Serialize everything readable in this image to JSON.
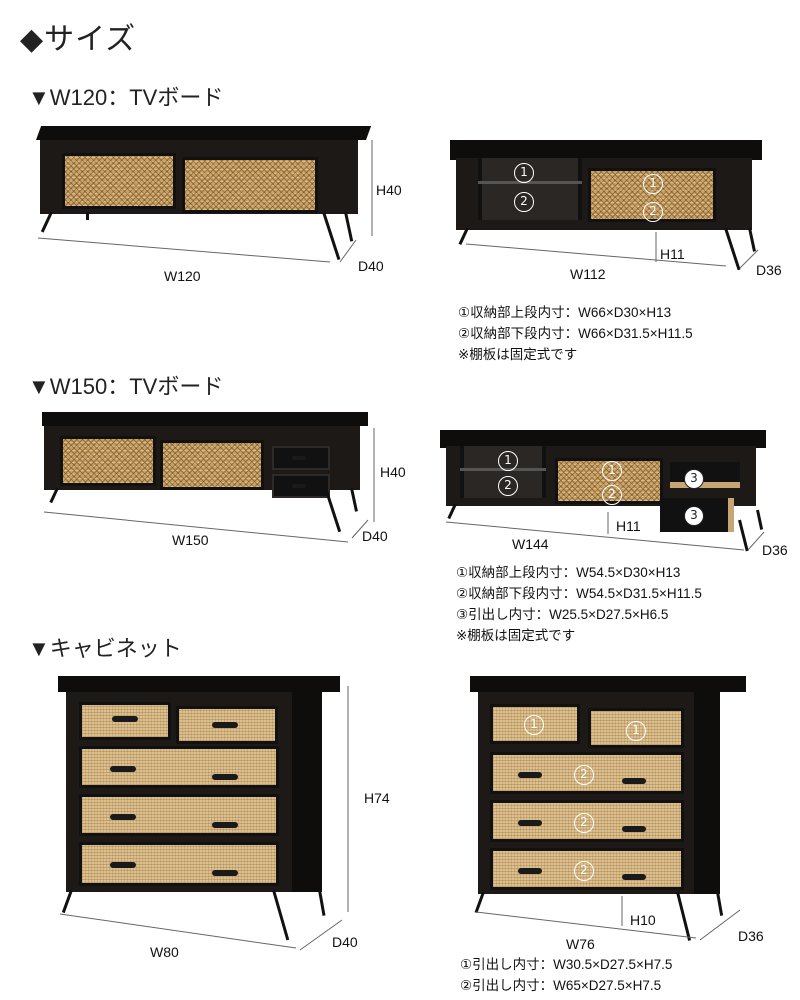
{
  "page": {
    "title": "◆サイズ",
    "sections": {
      "tv120": {
        "title": "▼W120：TVボード",
        "left_dims": {
          "h": "H40",
          "w": "W120",
          "d": "D40"
        },
        "right_dims": {
          "w": "W112",
          "h": "H11",
          "d": "D36"
        },
        "markers": {
          "one": "1",
          "two": "2"
        },
        "notes": [
          "①収納部上段内寸：W66×D30×H13",
          "②収納部下段内寸：W66×D31.5×H11.5",
          "※棚板は固定式です"
        ]
      },
      "tv150": {
        "title": "▼W150：TVボード",
        "left_dims": {
          "h": "H40",
          "w": "W150",
          "d": "D40"
        },
        "right_dims": {
          "w": "W144",
          "h": "H11",
          "d": "D36"
        },
        "markers": {
          "one": "1",
          "two": "2",
          "three": "3"
        },
        "notes": [
          "①収納部上段内寸：W54.5×D30×H13",
          "②収納部下段内寸：W54.5×D31.5×H11.5",
          "③引出し内寸：W25.5×D27.5×H6.5",
          "※棚板は固定式です"
        ]
      },
      "cabinet": {
        "title": "▼キャビネット",
        "left_dims": {
          "h": "H74",
          "w": "W80",
          "d": "D40"
        },
        "right_dims": {
          "w": "W76",
          "h": "H10",
          "d": "D36"
        },
        "markers": {
          "one": "1",
          "two": "2"
        },
        "notes": [
          "①引出し内寸：W30.5×D27.5×H7.5",
          "②引出し内寸：W65×D27.5×H7.5"
        ]
      }
    }
  }
}
